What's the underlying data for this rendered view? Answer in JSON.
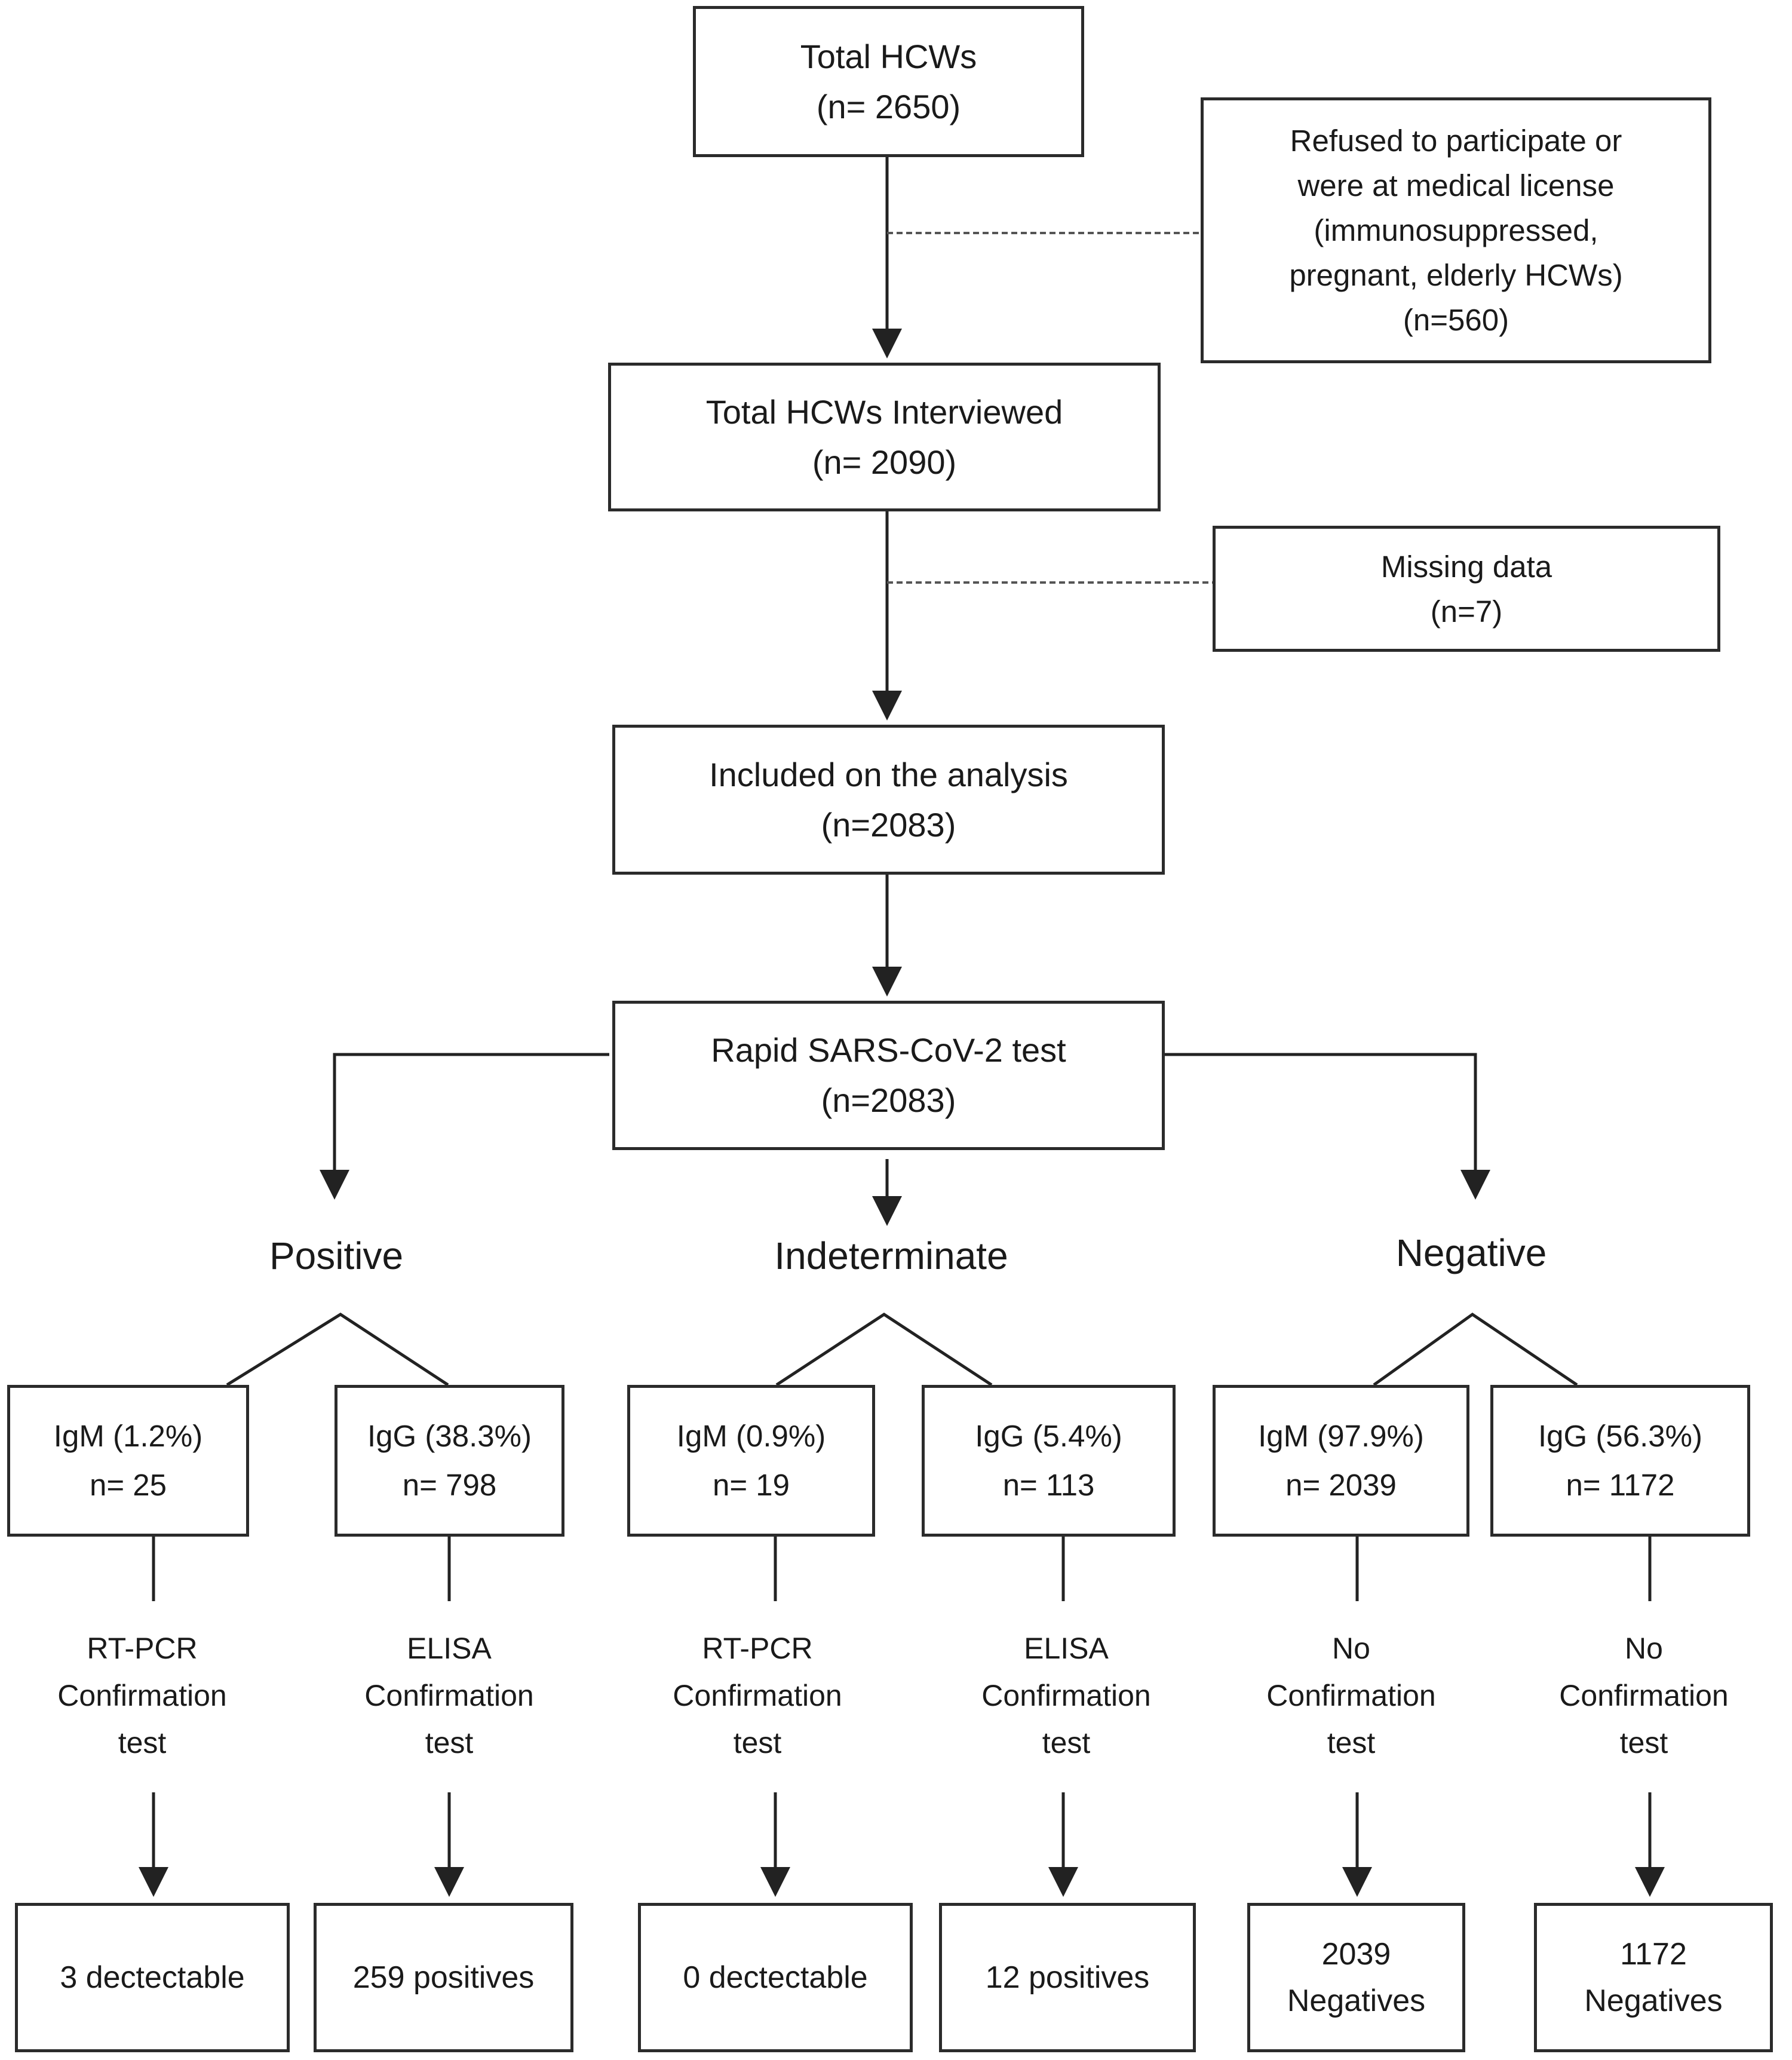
{
  "boxes": {
    "total": {
      "line1": "Total HCWs",
      "line2": "(n= 2650)"
    },
    "refused": {
      "line1": "Refused to participate or",
      "line2": "were at medical license",
      "line3": "(immunosuppressed,",
      "line4": "pregnant, elderly HCWs)",
      "line5": "(n=560)"
    },
    "interviewed": {
      "line1": "Total HCWs Interviewed",
      "line2": "(n= 2090)"
    },
    "missing": {
      "line1": "Missing data",
      "line2": "(n=7)"
    },
    "included": {
      "line1": "Included on the analysis",
      "line2": "(n=2083)"
    },
    "rapid": {
      "line1": "Rapid SARS-CoV-2 test",
      "line2": "(n=2083)"
    }
  },
  "groups": {
    "positive": {
      "label": "Positive",
      "igm": {
        "line1": "IgM (1.2%)",
        "line2": "n= 25",
        "confirm1": "RT-PCR",
        "confirm2": "Confirmation",
        "confirm3": "test",
        "result1": "3 dectectable"
      },
      "igg": {
        "line1": "IgG (38.3%)",
        "line2": "n= 798",
        "confirm1": "ELISA",
        "confirm2": "Confirmation",
        "confirm3": "test",
        "result1": "259 positives"
      }
    },
    "indeterminate": {
      "label": "Indeterminate",
      "igm": {
        "line1": "IgM (0.9%)",
        "line2": "n= 19",
        "confirm1": "RT-PCR",
        "confirm2": "Confirmation",
        "confirm3": "test",
        "result1": "0 dectectable"
      },
      "igg": {
        "line1": "IgG (5.4%)",
        "line2": "n= 113",
        "confirm1": "ELISA",
        "confirm2": "Confirmation",
        "confirm3": "test",
        "result1": "12 positives"
      }
    },
    "negative": {
      "label": "Negative",
      "igm": {
        "line1": "IgM (97.9%)",
        "line2": "n= 2039",
        "confirm1": "No",
        "confirm2": "Confirmation",
        "confirm3": "test",
        "result1": "2039",
        "result2": "Negatives"
      },
      "igg": {
        "line1": "IgG (56.3%)",
        "line2": "n= 1172",
        "confirm1": "No",
        "confirm2": "Confirmation",
        "confirm3": "test",
        "result1": "1172",
        "result2": "Negatives"
      }
    }
  }
}
